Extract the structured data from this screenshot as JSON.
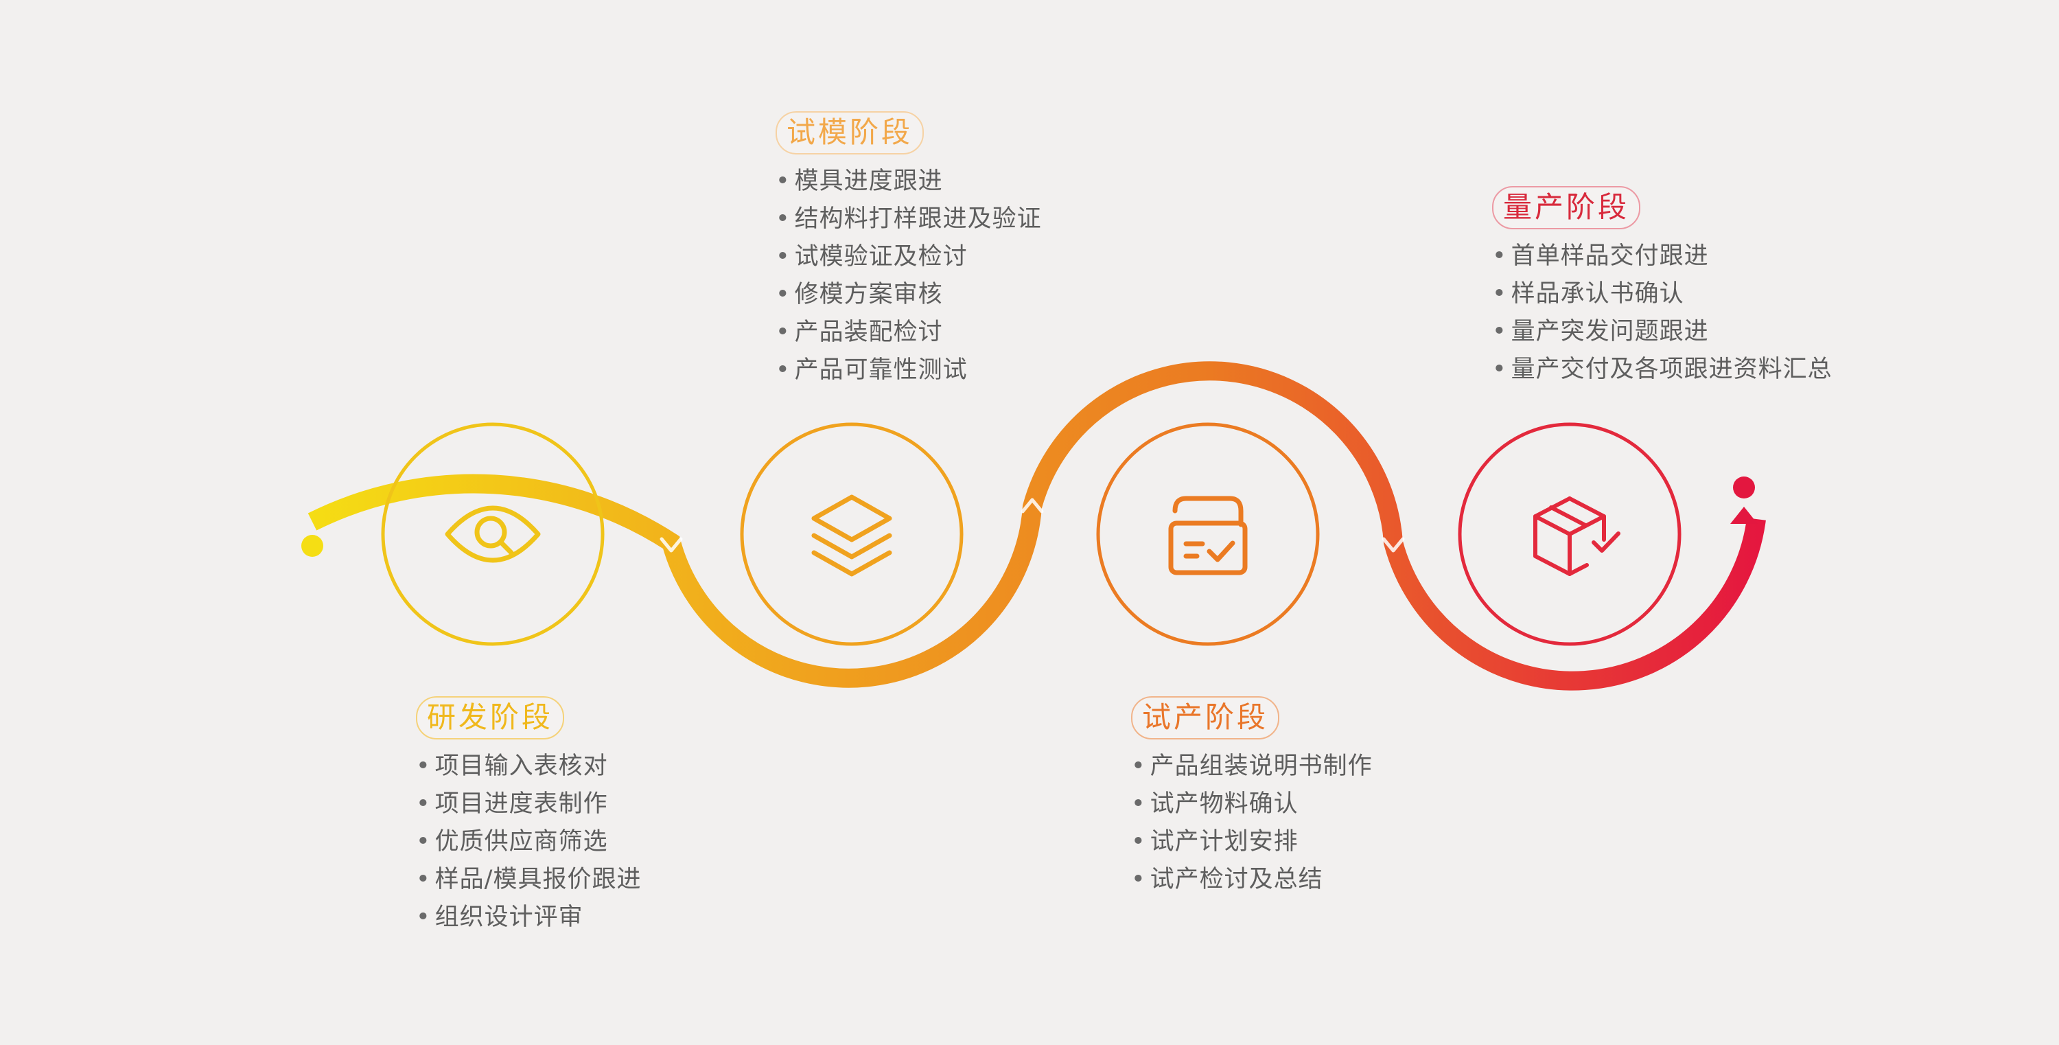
{
  "colors": {
    "background": "#f2f0ef",
    "stage1": "#f0c419",
    "stage2": "#f0a21e",
    "stage3": "#eb7b22",
    "stage4": "#e3293c",
    "text": "#5e5e5e"
  },
  "stages": [
    {
      "title": "研发阶段",
      "icon": "eye-search-icon",
      "items": [
        "项目输入表核对",
        "项目进度表制作",
        "优质供应商筛选",
        "样品/模具报价跟进",
        "组织设计评审"
      ]
    },
    {
      "title": "试模阶段",
      "icon": "layers-icon",
      "items": [
        "模具进度跟进",
        "结构料打样跟进及验证",
        "试模验证及检讨",
        "修模方案审核",
        "产品装配检讨",
        "产品可靠性测试"
      ]
    },
    {
      "title": "试产阶段",
      "icon": "archive-box-check-icon",
      "items": [
        "产品组装说明书制作",
        "试产物料确认",
        "试产计划安排",
        "试产检讨及总结"
      ]
    },
    {
      "title": "量产阶段",
      "icon": "package-check-icon",
      "items": [
        "首单样品交付跟进",
        "样品承认书确认",
        "量产突发问题跟进",
        "量产交付及各项跟进资料汇总"
      ]
    }
  ]
}
